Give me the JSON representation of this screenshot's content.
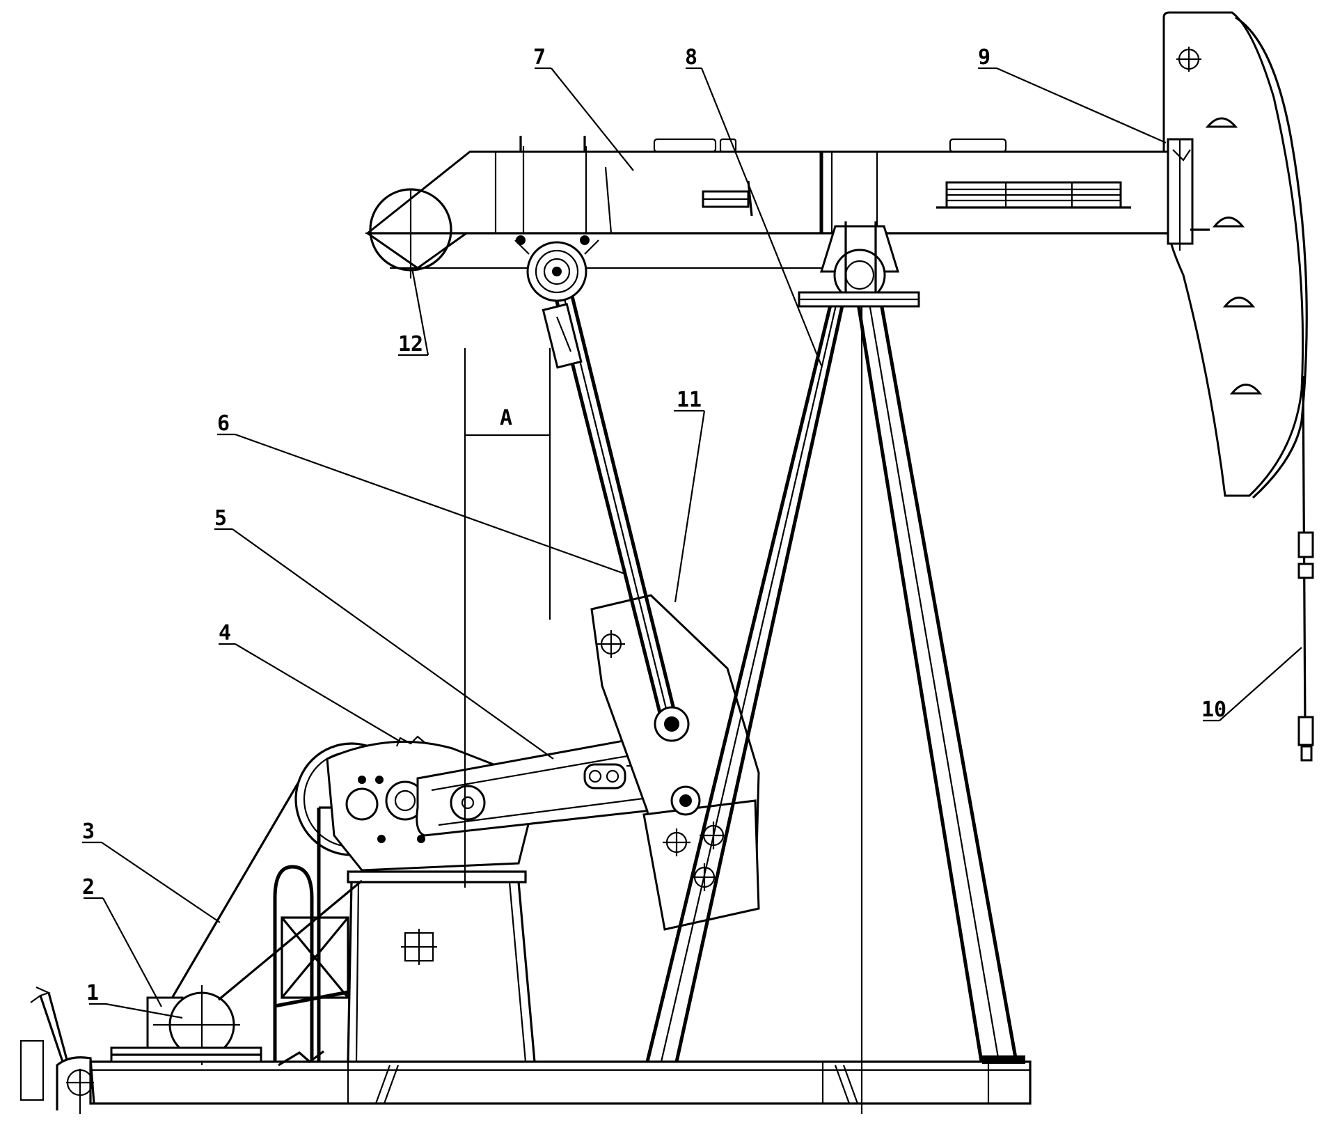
{
  "callouts": [
    {
      "id": "c1",
      "text": "1"
    },
    {
      "id": "c2",
      "text": "2"
    },
    {
      "id": "c3",
      "text": "3"
    },
    {
      "id": "c4",
      "text": "4"
    },
    {
      "id": "c5",
      "text": "5"
    },
    {
      "id": "c6",
      "text": "6"
    },
    {
      "id": "c7",
      "text": "7"
    },
    {
      "id": "c8",
      "text": "8"
    },
    {
      "id": "c9",
      "text": "9"
    },
    {
      "id": "c10",
      "text": "10"
    },
    {
      "id": "c11",
      "text": "11"
    },
    {
      "id": "c12",
      "text": "12"
    }
  ],
  "dimension": {
    "text": "A"
  }
}
